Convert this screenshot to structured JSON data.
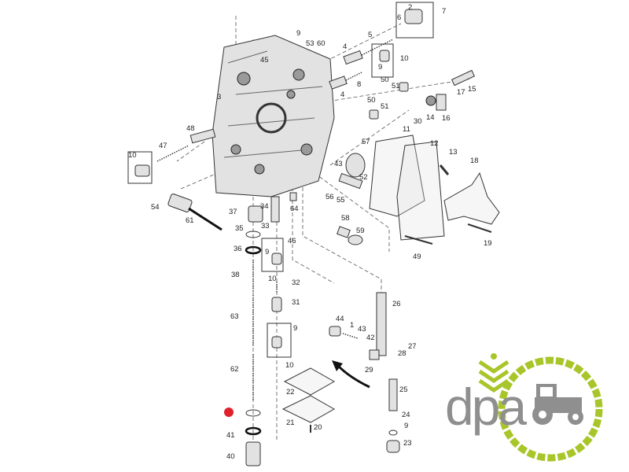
{
  "diagram": {
    "title": "Transmission control valve exploded parts view",
    "callouts": [
      "2",
      "6",
      "7",
      "9",
      "53",
      "60",
      "45",
      "5",
      "4",
      "10",
      "9",
      "8",
      "4",
      "50",
      "51",
      "50",
      "51",
      "15",
      "17",
      "14",
      "30",
      "16",
      "11",
      "3",
      "48",
      "47",
      "10",
      "57",
      "12",
      "13",
      "18",
      "43",
      "52",
      "56",
      "55",
      "54",
      "61",
      "37",
      "34",
      "64",
      "35",
      "33",
      "58",
      "59",
      "46",
      "36",
      "9",
      "10",
      "49",
      "19",
      "38",
      "32",
      "31",
      "26",
      "63",
      "9",
      "44",
      "1",
      "43",
      "42",
      "27",
      "28",
      "29",
      "10",
      "62",
      "22",
      "25",
      "24",
      "21",
      "20",
      "9",
      "23",
      "41",
      "40"
    ],
    "highlight_color": "#e0202a"
  },
  "logo": {
    "text": "dpa",
    "accent_color": "#a8c62a",
    "text_color": "#8f8f8f"
  }
}
